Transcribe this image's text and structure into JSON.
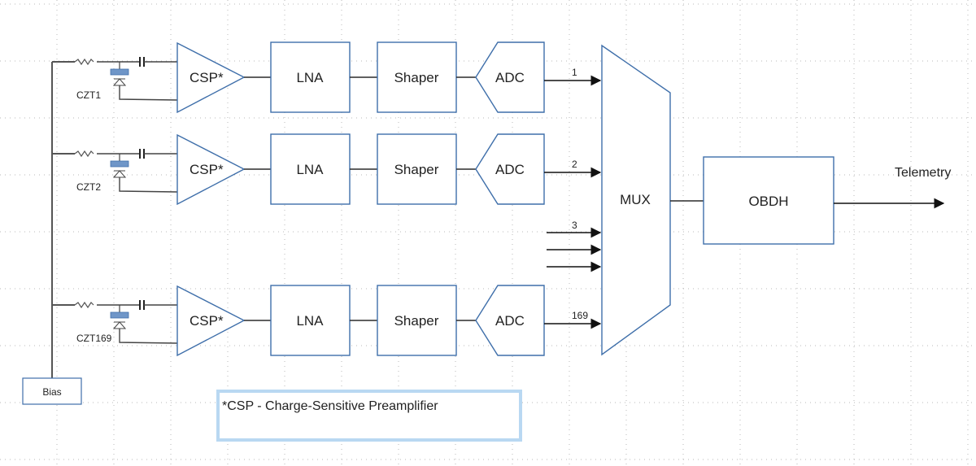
{
  "colors": {
    "block_stroke": "#3f6faa",
    "wire": "#2b2b2b",
    "grid_dot": "#b9b9b9",
    "note_border": "#b9d8f2",
    "diode_fill": "#6f96c8"
  },
  "channels": [
    {
      "detector": "CZT1",
      "csp": "CSP*",
      "lna": "LNA",
      "shaper": "Shaper",
      "adc": "ADC",
      "mux_input": "1"
    },
    {
      "detector": "CZT2",
      "csp": "CSP*",
      "lna": "LNA",
      "shaper": "Shaper",
      "adc": "ADC",
      "mux_input": "2"
    },
    {
      "detector": "CZT169",
      "csp": "CSP*",
      "lna": "LNA",
      "shaper": "Shaper",
      "adc": "ADC",
      "mux_input": "169"
    }
  ],
  "extra_mux_input_label": "3",
  "mux": {
    "label": "MUX"
  },
  "obdh": {
    "label": "OBDH"
  },
  "output": {
    "label": "Telemetry"
  },
  "bias": {
    "label": "Bias"
  },
  "footnote": "*CSP - Charge-Sensitive Preamplifier"
}
